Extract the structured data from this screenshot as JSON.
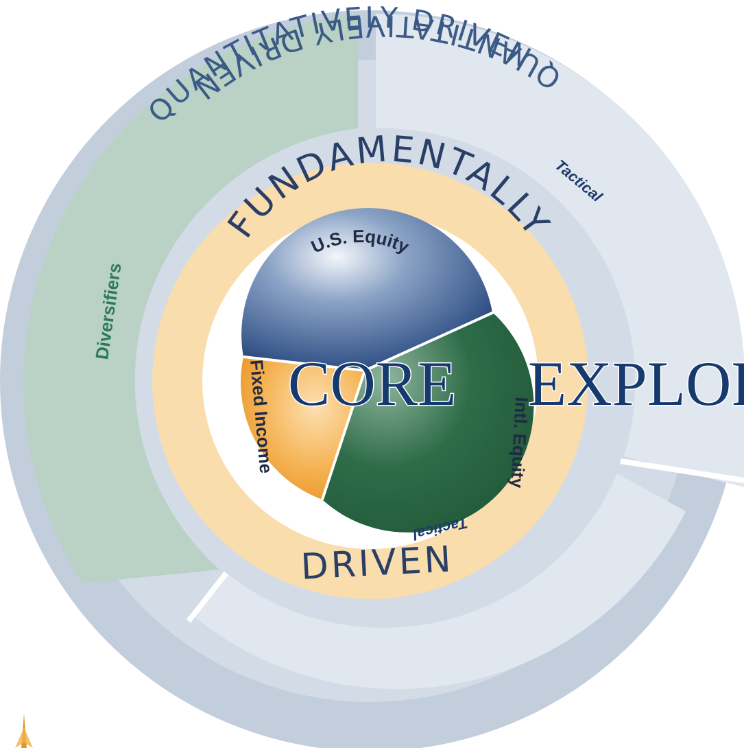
{
  "rings": {
    "outer_top_label": "QUANTITATIVELY DRIVEN",
    "outer_bottom_label": "QUANTITATIVELY DRIVEN",
    "middle_top_label": "FUNDAMENTALLY",
    "middle_bottom_label": "DRIVEN"
  },
  "segments": {
    "diversifiers": "Diversifiers",
    "tactical_right": "Tactical",
    "tactical_bottom": "Tactical"
  },
  "pie": {
    "us_equity": "U.S. Equity",
    "intl_equity": "Intl. Equity",
    "fixed_income": "Fixed Income"
  },
  "overlay": {
    "core": "CORE",
    "explore": "EXPLORE"
  },
  "colors": {
    "outer_ring": "#c3cedd",
    "diversifiers_band": "#b9d2c5",
    "tactical_band": "#e1e7ef",
    "middle_ring": "#f9ddad",
    "us_equity": "#3c5b8e",
    "intl_equity": "#2e6c48",
    "fixed_income": "#f2a23c",
    "title_text": "#163a6e"
  }
}
